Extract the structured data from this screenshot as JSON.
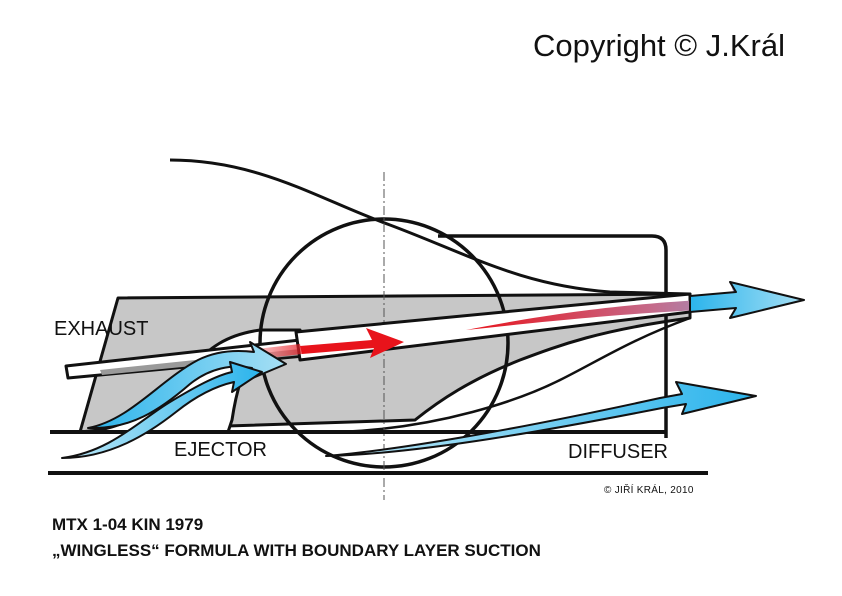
{
  "copyright": "Copyright © J.Král",
  "labels": {
    "exhaust": "EXHAUST",
    "ejector": "EJECTOR",
    "diffuser": "DIFFUSER"
  },
  "credit": "© JIŘÍ KRÁL, 2010",
  "caption": {
    "line1": "MTX 1-04 KIN 1979",
    "line2": "„WINGLESS“ FORMULA WITH BOUNDARY LAYER SUCTION"
  },
  "colors": {
    "body_fill": "#c7c7c7",
    "outline": "#111111",
    "exhaust_flow": "#e8131b",
    "air_flow": "#4cc3f0"
  }
}
